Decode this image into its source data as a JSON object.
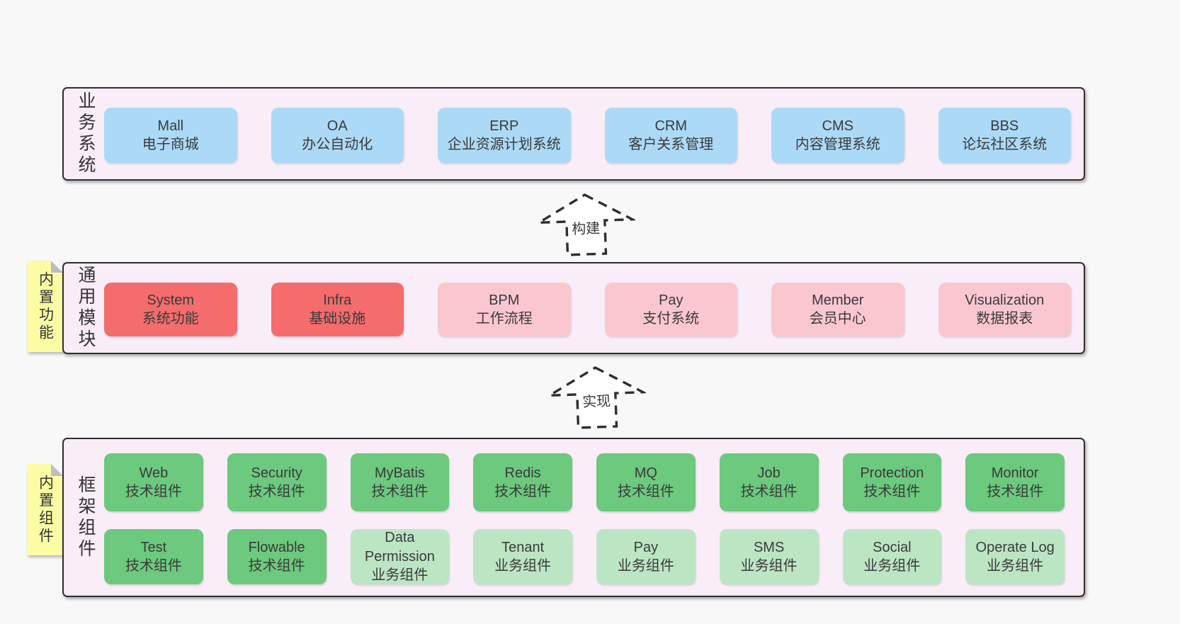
{
  "colors": {
    "page_bg": "#f8f8f8",
    "layer_bg": "#f9edf7",
    "layer_border": "#2e2e2e",
    "blue_box": "#acdaf6",
    "red_box": "#f56c6c",
    "pink_box": "#fac7d1",
    "green_box": "#6cc97e",
    "light_green_box": "#bce5c4",
    "sticky_yellow": "#fcfca4",
    "text": "#3a3a3a"
  },
  "layers": [
    {
      "label": "业务系统",
      "boxes": [
        {
          "title": "Mall",
          "subtitle": "电子商城"
        },
        {
          "title": "OA",
          "subtitle": "办公自动化"
        },
        {
          "title": "ERP",
          "subtitle": "企业资源计划系统"
        },
        {
          "title": "CRM",
          "subtitle": "客户关系管理"
        },
        {
          "title": "CMS",
          "subtitle": "内容管理系统"
        },
        {
          "title": "BBS",
          "subtitle": "论坛社区系统"
        }
      ]
    },
    {
      "label": "通用模块",
      "sticky": "内置功能",
      "boxes": [
        {
          "title": "System",
          "subtitle": "系统功能"
        },
        {
          "title": "Infra",
          "subtitle": "基础设施"
        },
        {
          "title": "BPM",
          "subtitle": "工作流程"
        },
        {
          "title": "Pay",
          "subtitle": "支付系统"
        },
        {
          "title": "Member",
          "subtitle": "会员中心"
        },
        {
          "title": "Visualization",
          "subtitle": "数据报表"
        }
      ]
    },
    {
      "label": "框架组件",
      "sticky": "内置组件",
      "rows": [
        [
          {
            "title": "Web",
            "subtitle": "技术组件"
          },
          {
            "title": "Security",
            "subtitle": "技术组件"
          },
          {
            "title": "MyBatis",
            "subtitle": "技术组件"
          },
          {
            "title": "Redis",
            "subtitle": "技术组件"
          },
          {
            "title": "MQ",
            "subtitle": "技术组件"
          },
          {
            "title": "Job",
            "subtitle": "技术组件"
          },
          {
            "title": "Protection",
            "subtitle": "技术组件"
          },
          {
            "title": "Monitor",
            "subtitle": "技术组件"
          }
        ],
        [
          {
            "title": "Test",
            "subtitle": "技术组件"
          },
          {
            "title": "Flowable",
            "subtitle": "技术组件"
          },
          {
            "title": "Data Permission",
            "subtitle": "业务组件"
          },
          {
            "title": "Tenant",
            "subtitle": "业务组件"
          },
          {
            "title": "Pay",
            "subtitle": "业务组件"
          },
          {
            "title": "SMS",
            "subtitle": "业务组件"
          },
          {
            "title": "Social",
            "subtitle": "业务组件"
          },
          {
            "title": "Operate Log",
            "subtitle": "业务组件"
          }
        ]
      ]
    }
  ],
  "arrows": [
    {
      "label": "构建"
    },
    {
      "label": "实现"
    }
  ]
}
